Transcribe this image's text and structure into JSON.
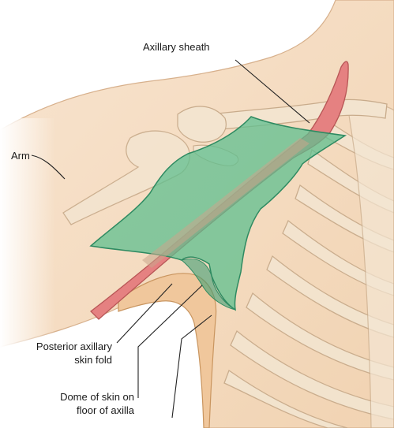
{
  "labels": {
    "axillary_sheath": "Axillary sheath",
    "arm": "Arm",
    "posterior_line1": "Posterior axillary",
    "posterior_line2": "skin fold",
    "dome_line1": "Dome of skin on",
    "dome_line2": "floor of axilla"
  },
  "colors": {
    "skin": "#f6dcc0",
    "skin_shadow": "#e9c29c",
    "bone": "#f2e2cc",
    "bone_outline": "#c8ab8b",
    "sheath": "#59b98c",
    "sheath_outline": "#2e8a61",
    "artery": "#e47f7f",
    "artery_outline": "#b85656",
    "leader": "#222222"
  }
}
